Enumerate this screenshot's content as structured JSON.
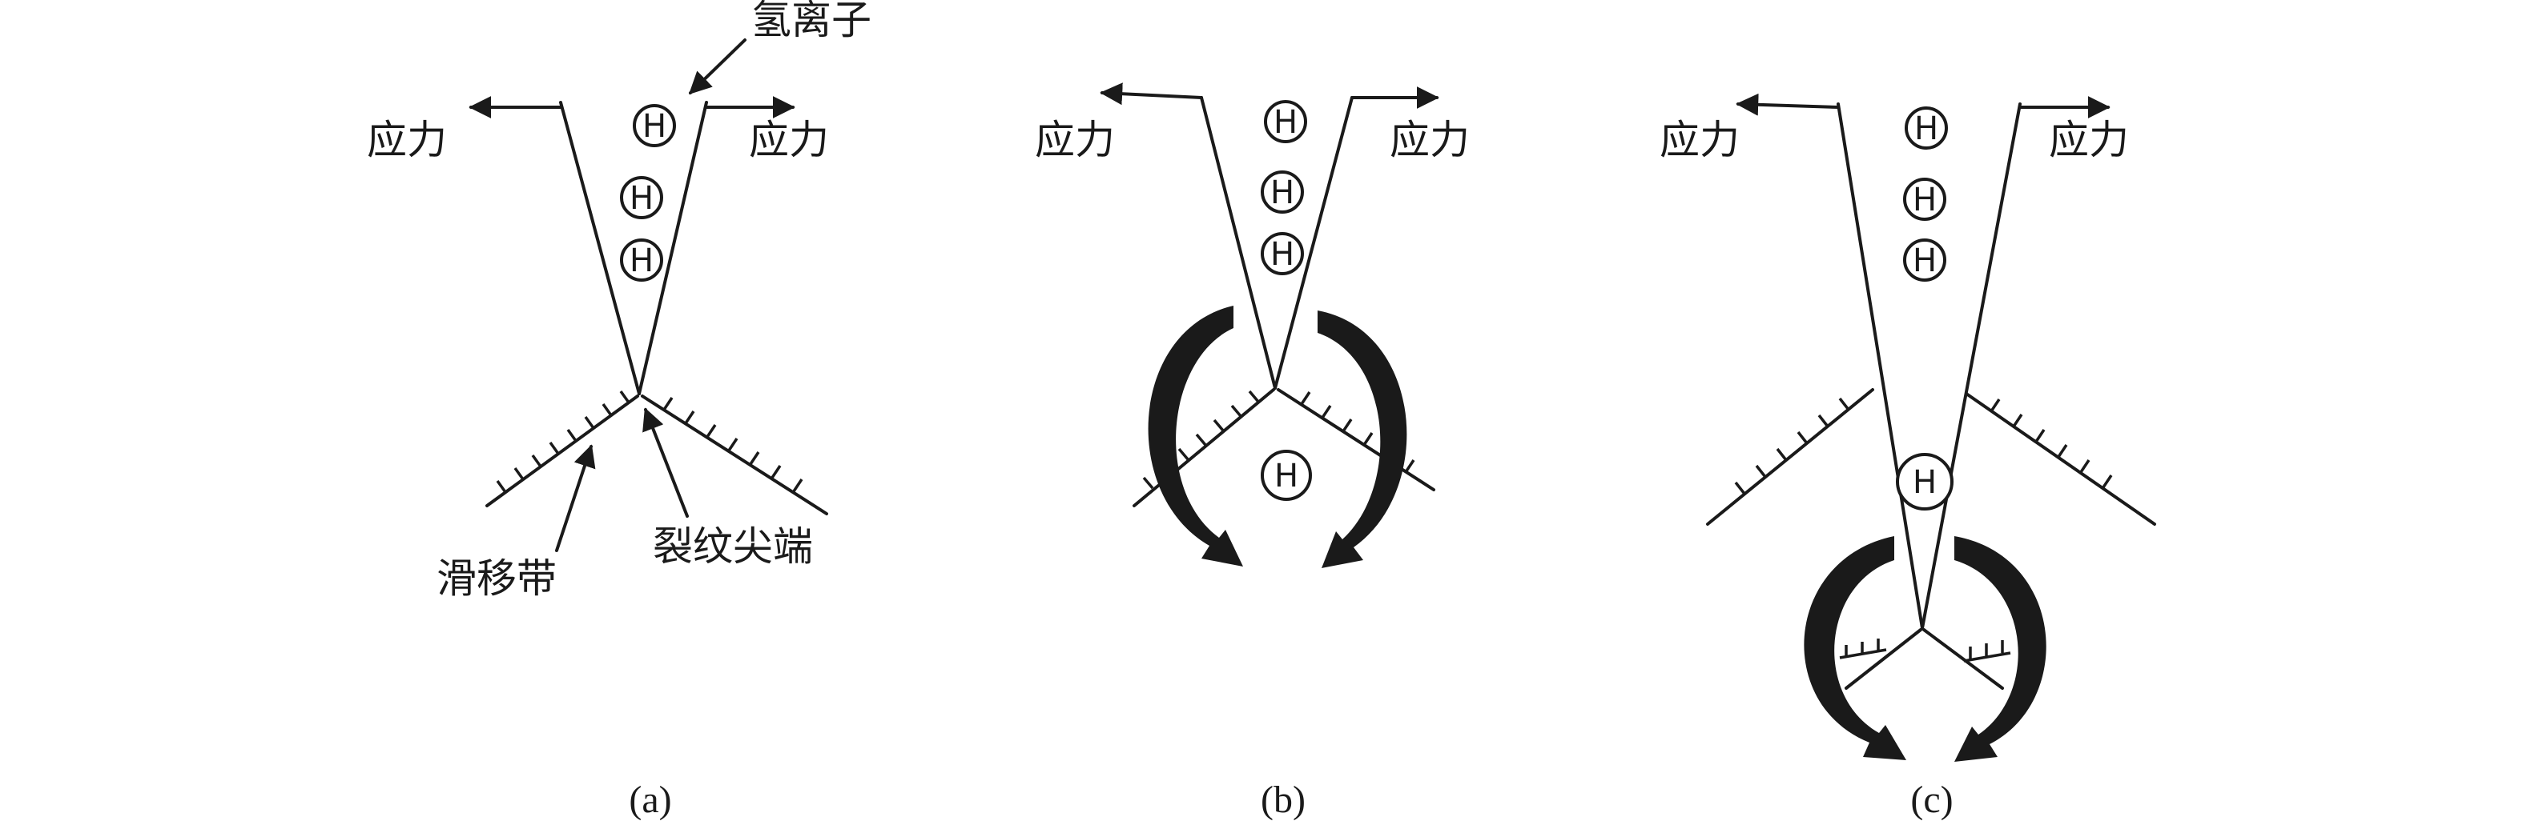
{
  "labels": {
    "stress": "应力",
    "hydrogen_ion": "氢离子",
    "hydrogen_symbol": "H",
    "slip_band": "滑移带",
    "crack_tip": "裂纹尖端"
  },
  "panels": [
    {
      "caption": "(a)"
    },
    {
      "caption": "(b)"
    },
    {
      "caption": "(c)"
    }
  ],
  "colors": {
    "ink": "#1a1a1a",
    "background": "#ffffff"
  },
  "icons": [
    "stress-arrow-icon",
    "hydrogen-atom-icon",
    "rotation-arrow-icon",
    "dislocation-mark-icon"
  ]
}
